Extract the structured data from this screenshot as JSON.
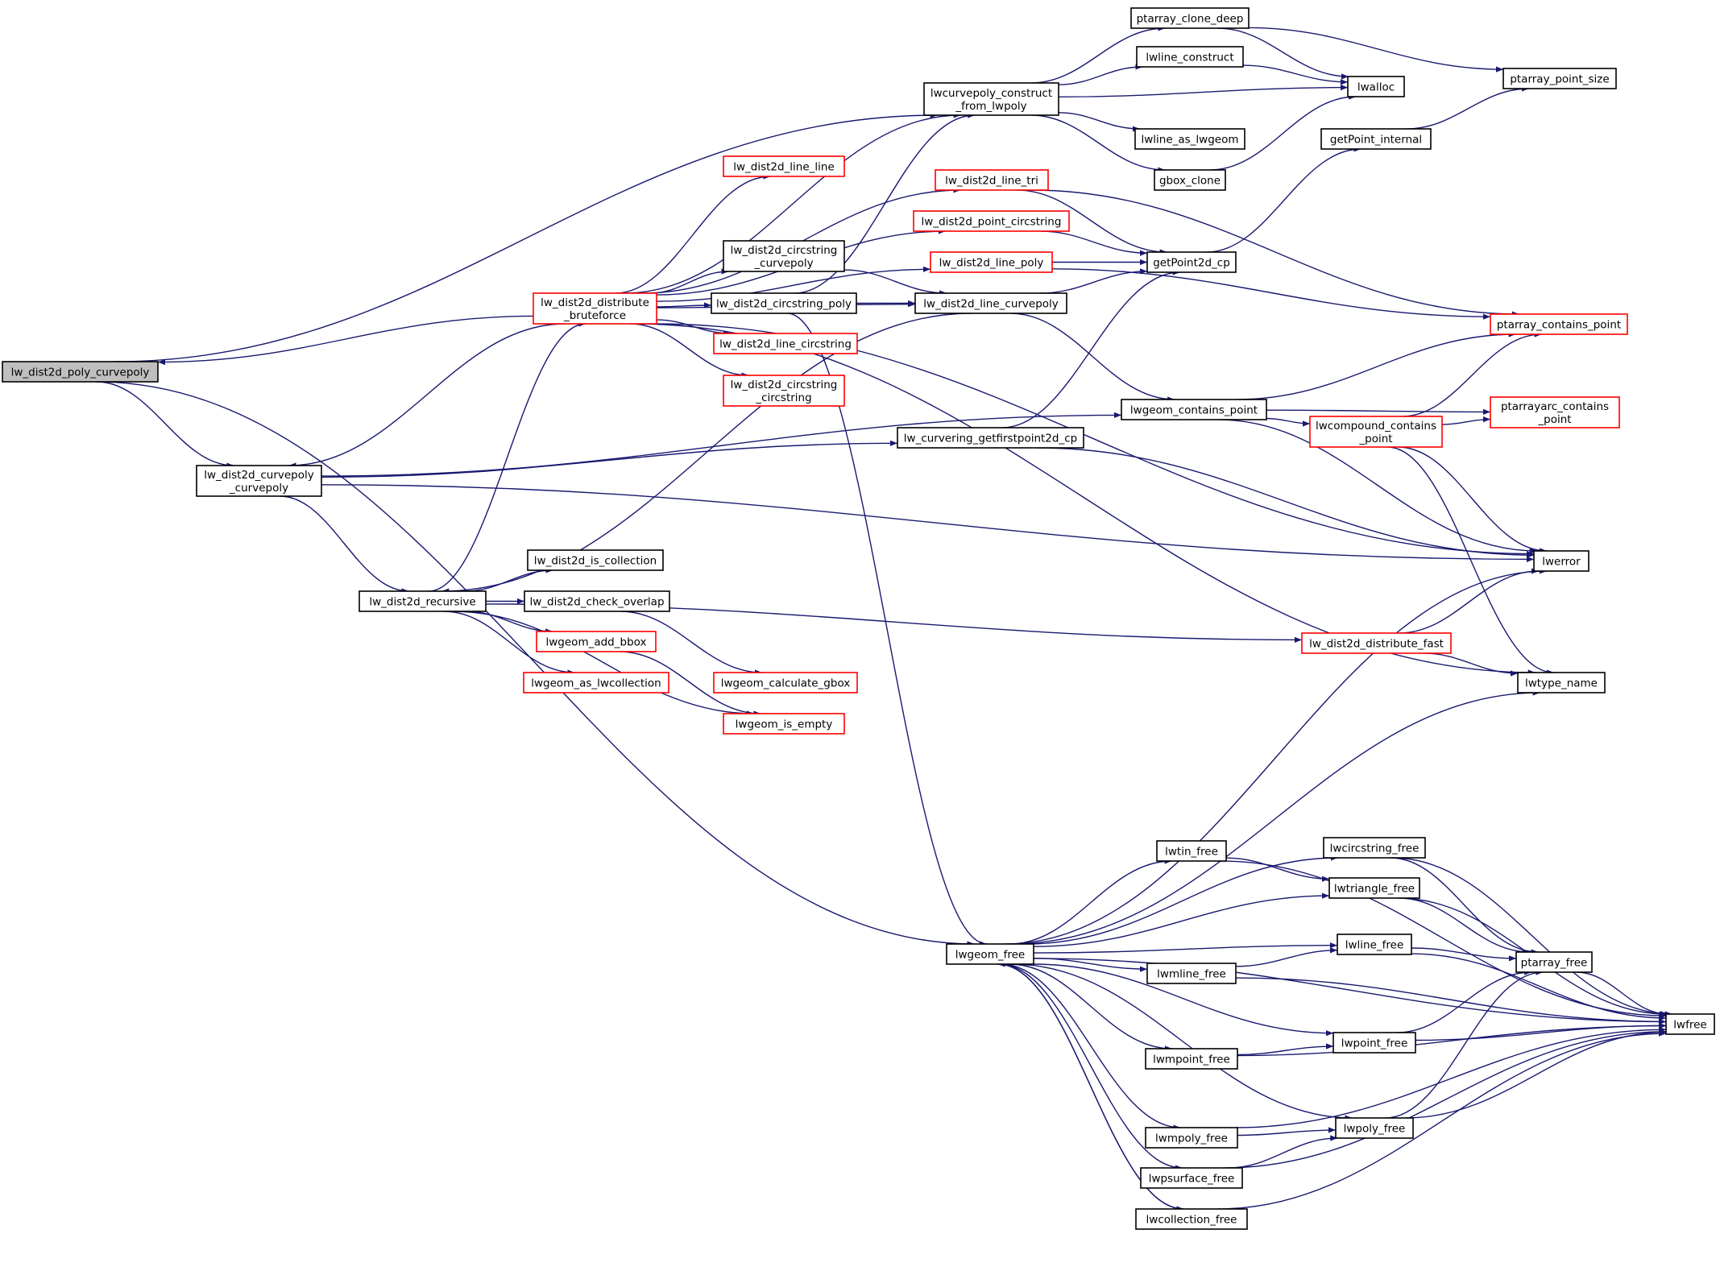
{
  "colors": {
    "edge": "#191970",
    "black_border": "#000000",
    "red_border": "#ff0000",
    "root_fill": "#bfbfbf"
  },
  "nodes": [
    {
      "id": "root",
      "lines": [
        "lw_dist2d_poly_curvepoly"
      ],
      "border": "black",
      "root": true
    },
    {
      "id": "curvepoly_cp",
      "lines": [
        "lw_dist2d_curvepoly",
        "_curvepoly"
      ],
      "border": "black"
    },
    {
      "id": "dist_brute",
      "lines": [
        "lw_dist2d_distribute",
        "_bruteforce"
      ],
      "border": "red"
    },
    {
      "id": "recursive",
      "lines": [
        "lw_dist2d_recursive"
      ],
      "border": "black"
    },
    {
      "id": "is_collection",
      "lines": [
        "lw_dist2d_is_collection"
      ],
      "border": "black"
    },
    {
      "id": "check_overlap",
      "lines": [
        "lw_dist2d_check_overlap"
      ],
      "border": "black"
    },
    {
      "id": "add_bbox",
      "lines": [
        "lwgeom_add_bbox"
      ],
      "border": "red"
    },
    {
      "id": "as_lwcollection",
      "lines": [
        "lwgeom_as_lwcollection"
      ],
      "border": "red"
    },
    {
      "id": "calculate_gbox",
      "lines": [
        "lwgeom_calculate_gbox"
      ],
      "border": "red"
    },
    {
      "id": "is_empty",
      "lines": [
        "lwgeom_is_empty"
      ],
      "border": "red"
    },
    {
      "id": "line_line",
      "lines": [
        "lw_dist2d_line_line"
      ],
      "border": "red"
    },
    {
      "id": "circ_curvepoly",
      "lines": [
        "lw_dist2d_circstring",
        "_curvepoly"
      ],
      "border": "black"
    },
    {
      "id": "circ_poly",
      "lines": [
        "lw_dist2d_circstring_poly"
      ],
      "border": "black"
    },
    {
      "id": "line_circ",
      "lines": [
        "lw_dist2d_line_circstring"
      ],
      "border": "red"
    },
    {
      "id": "circ_circ",
      "lines": [
        "lw_dist2d_circstring",
        "_circstring"
      ],
      "border": "red"
    },
    {
      "id": "curvepoly_construct",
      "lines": [
        "lwcurvepoly_construct",
        "_from_lwpoly"
      ],
      "border": "black"
    },
    {
      "id": "line_tri",
      "lines": [
        "lw_dist2d_line_tri"
      ],
      "border": "red"
    },
    {
      "id": "point_circ",
      "lines": [
        "lw_dist2d_point_circstring"
      ],
      "border": "red"
    },
    {
      "id": "line_poly",
      "lines": [
        "lw_dist2d_line_poly"
      ],
      "border": "red"
    },
    {
      "id": "line_curvepoly",
      "lines": [
        "lw_dist2d_line_curvepoly"
      ],
      "border": "black"
    },
    {
      "id": "getfirstpoint",
      "lines": [
        "lw_curvering_getfirstpoint2d_cp"
      ],
      "border": "black"
    },
    {
      "id": "ptarray_clone_deep",
      "lines": [
        "ptarray_clone_deep"
      ],
      "border": "black"
    },
    {
      "id": "lwline_construct",
      "lines": [
        "lwline_construct"
      ],
      "border": "black"
    },
    {
      "id": "lwline_as_lwgeom",
      "lines": [
        "lwline_as_lwgeom"
      ],
      "border": "black"
    },
    {
      "id": "gbox_clone",
      "lines": [
        "gbox_clone"
      ],
      "border": "black"
    },
    {
      "id": "lwalloc",
      "lines": [
        "lwalloc"
      ],
      "border": "black"
    },
    {
      "id": "ptarray_point_size",
      "lines": [
        "ptarray_point_size"
      ],
      "border": "black"
    },
    {
      "id": "getpoint_internal",
      "lines": [
        "getPoint_internal"
      ],
      "border": "black"
    },
    {
      "id": "getpoint2d_cp",
      "lines": [
        "getPoint2d_cp"
      ],
      "border": "black"
    },
    {
      "id": "ptarray_contains_point",
      "lines": [
        "ptarray_contains_point"
      ],
      "border": "red"
    },
    {
      "id": "lwgeom_contains_point",
      "lines": [
        "lwgeom_contains_point"
      ],
      "border": "black"
    },
    {
      "id": "lwcompound_contains",
      "lines": [
        "lwcompound_contains",
        "_point"
      ],
      "border": "red"
    },
    {
      "id": "ptarrayarc_contains",
      "lines": [
        "ptarrayarc_contains",
        "_point"
      ],
      "border": "red"
    },
    {
      "id": "lwerror",
      "lines": [
        "lwerror"
      ],
      "border": "black"
    },
    {
      "id": "distribute_fast",
      "lines": [
        "lw_dist2d_distribute_fast"
      ],
      "border": "red"
    },
    {
      "id": "lwtype_name",
      "lines": [
        "lwtype_name"
      ],
      "border": "black"
    },
    {
      "id": "lwgeom_free",
      "lines": [
        "lwgeom_free"
      ],
      "border": "black"
    },
    {
      "id": "lwtin_free",
      "lines": [
        "lwtin_free"
      ],
      "border": "black"
    },
    {
      "id": "lwcircstring_free",
      "lines": [
        "lwcircstring_free"
      ],
      "border": "black"
    },
    {
      "id": "lwtriangle_free",
      "lines": [
        "lwtriangle_free"
      ],
      "border": "black"
    },
    {
      "id": "lwline_free",
      "lines": [
        "lwline_free"
      ],
      "border": "black"
    },
    {
      "id": "lwmline_free",
      "lines": [
        "lwmline_free"
      ],
      "border": "black"
    },
    {
      "id": "ptarray_free",
      "lines": [
        "ptarray_free"
      ],
      "border": "black"
    },
    {
      "id": "lwpoint_free",
      "lines": [
        "lwpoint_free"
      ],
      "border": "black"
    },
    {
      "id": "lwmpoint_free",
      "lines": [
        "lwmpoint_free"
      ],
      "border": "black"
    },
    {
      "id": "lwfree",
      "lines": [
        "lwfree"
      ],
      "border": "black"
    },
    {
      "id": "lwpoly_free",
      "lines": [
        "lwpoly_free"
      ],
      "border": "black"
    },
    {
      "id": "lwmpoly_free",
      "lines": [
        "lwmpoly_free"
      ],
      "border": "black"
    },
    {
      "id": "lwpsurface_free",
      "lines": [
        "lwpsurface_free"
      ],
      "border": "black"
    },
    {
      "id": "lwcollection_free",
      "lines": [
        "lwcollection_free"
      ],
      "border": "black"
    }
  ],
  "edges": [
    [
      "root",
      "curvepoly_construct"
    ],
    [
      "root",
      "curvepoly_cp"
    ],
    [
      "root",
      "lwgeom_free"
    ],
    [
      "curvepoly_cp",
      "recursive"
    ],
    [
      "curvepoly_cp",
      "getfirstpoint"
    ],
    [
      "curvepoly_cp",
      "lwgeom_contains_point"
    ],
    [
      "curvepoly_cp",
      "lwerror"
    ],
    [
      "dist_brute",
      "root"
    ],
    [
      "dist_brute",
      "curvepoly_cp"
    ],
    [
      "dist_brute",
      "line_line"
    ],
    [
      "dist_brute",
      "circ_curvepoly"
    ],
    [
      "dist_brute",
      "circ_poly"
    ],
    [
      "dist_brute",
      "line_circ"
    ],
    [
      "dist_brute",
      "circ_circ"
    ],
    [
      "dist_brute",
      "curvepoly_construct"
    ],
    [
      "dist_brute",
      "line_tri"
    ],
    [
      "dist_brute",
      "point_circ"
    ],
    [
      "dist_brute",
      "line_poly"
    ],
    [
      "dist_brute",
      "line_curvepoly"
    ],
    [
      "dist_brute",
      "lwerror"
    ],
    [
      "dist_brute",
      "lwtype_name"
    ],
    [
      "recursive",
      "dist_brute"
    ],
    [
      "recursive",
      "is_collection"
    ],
    [
      "recursive",
      "check_overlap"
    ],
    [
      "recursive",
      "add_bbox"
    ],
    [
      "recursive",
      "as_lwcollection"
    ],
    [
      "recursive",
      "is_empty"
    ],
    [
      "recursive",
      "distribute_fast"
    ],
    [
      "check_overlap",
      "calculate_gbox"
    ],
    [
      "add_bbox",
      "is_empty"
    ],
    [
      "circ_curvepoly",
      "line_curvepoly"
    ],
    [
      "circ_poly",
      "line_curvepoly"
    ],
    [
      "circ_poly",
      "curvepoly_construct"
    ],
    [
      "circ_poly",
      "lwgeom_free"
    ],
    [
      "line_curvepoly",
      "recursive"
    ],
    [
      "line_curvepoly",
      "getpoint2d_cp"
    ],
    [
      "line_curvepoly",
      "lwgeom_contains_point"
    ],
    [
      "curvepoly_construct",
      "ptarray_clone_deep"
    ],
    [
      "curvepoly_construct",
      "lwline_construct"
    ],
    [
      "curvepoly_construct",
      "lwalloc"
    ],
    [
      "curvepoly_construct",
      "lwline_as_lwgeom"
    ],
    [
      "curvepoly_construct",
      "gbox_clone"
    ],
    [
      "ptarray_clone_deep",
      "lwalloc"
    ],
    [
      "ptarray_clone_deep",
      "ptarray_point_size"
    ],
    [
      "lwline_construct",
      "lwalloc"
    ],
    [
      "gbox_clone",
      "lwalloc"
    ],
    [
      "getpoint_internal",
      "ptarray_point_size"
    ],
    [
      "getpoint2d_cp",
      "getpoint_internal"
    ],
    [
      "line_tri",
      "getpoint2d_cp"
    ],
    [
      "line_tri",
      "ptarray_contains_point"
    ],
    [
      "point_circ",
      "getpoint2d_cp"
    ],
    [
      "line_poly",
      "getpoint2d_cp"
    ],
    [
      "line_poly",
      "ptarray_contains_point"
    ],
    [
      "getfirstpoint",
      "getpoint2d_cp"
    ],
    [
      "getfirstpoint",
      "lwerror"
    ],
    [
      "lwgeom_contains_point",
      "ptarray_contains_point"
    ],
    [
      "lwgeom_contains_point",
      "lwcompound_contains"
    ],
    [
      "lwgeom_contains_point",
      "ptarrayarc_contains"
    ],
    [
      "lwgeom_contains_point",
      "lwerror"
    ],
    [
      "lwcompound_contains",
      "ptarray_contains_point"
    ],
    [
      "lwcompound_contains",
      "ptarrayarc_contains"
    ],
    [
      "lwcompound_contains",
      "lwerror"
    ],
    [
      "lwcompound_contains",
      "lwtype_name"
    ],
    [
      "distribute_fast",
      "lwerror"
    ],
    [
      "distribute_fast",
      "lwtype_name"
    ],
    [
      "lwgeom_free",
      "lwtin_free"
    ],
    [
      "lwgeom_free",
      "lwcircstring_free"
    ],
    [
      "lwgeom_free",
      "lwtriangle_free"
    ],
    [
      "lwgeom_free",
      "lwline_free"
    ],
    [
      "lwgeom_free",
      "lwmline_free"
    ],
    [
      "lwgeom_free",
      "lwpoint_free"
    ],
    [
      "lwgeom_free",
      "lwmpoint_free"
    ],
    [
      "lwgeom_free",
      "lwpoly_free"
    ],
    [
      "lwgeom_free",
      "lwmpoly_free"
    ],
    [
      "lwgeom_free",
      "lwpsurface_free"
    ],
    [
      "lwgeom_free",
      "lwcollection_free"
    ],
    [
      "lwgeom_free",
      "lwerror"
    ],
    [
      "lwgeom_free",
      "lwtype_name"
    ],
    [
      "lwgeom_free",
      "lwfree"
    ],
    [
      "lwtin_free",
      "lwtriangle_free"
    ],
    [
      "lwtin_free",
      "lwfree"
    ],
    [
      "lwcircstring_free",
      "ptarray_free"
    ],
    [
      "lwcircstring_free",
      "lwfree"
    ],
    [
      "lwtriangle_free",
      "ptarray_free"
    ],
    [
      "lwtriangle_free",
      "lwfree"
    ],
    [
      "lwline_free",
      "ptarray_free"
    ],
    [
      "lwline_free",
      "lwfree"
    ],
    [
      "lwmline_free",
      "lwline_free"
    ],
    [
      "lwmline_free",
      "lwfree"
    ],
    [
      "ptarray_free",
      "lwfree"
    ],
    [
      "lwpoint_free",
      "ptarray_free"
    ],
    [
      "lwpoint_free",
      "lwfree"
    ],
    [
      "lwmpoint_free",
      "lwpoint_free"
    ],
    [
      "lwmpoint_free",
      "lwfree"
    ],
    [
      "lwpoly_free",
      "ptarray_free"
    ],
    [
      "lwpoly_free",
      "lwfree"
    ],
    [
      "lwmpoly_free",
      "lwpoly_free"
    ],
    [
      "lwmpoly_free",
      "lwfree"
    ],
    [
      "lwpsurface_free",
      "lwpoly_free"
    ],
    [
      "lwpsurface_free",
      "lwfree"
    ],
    [
      "lwcollection_free",
      "lwgeom_free"
    ],
    [
      "lwcollection_free",
      "lwfree"
    ]
  ]
}
